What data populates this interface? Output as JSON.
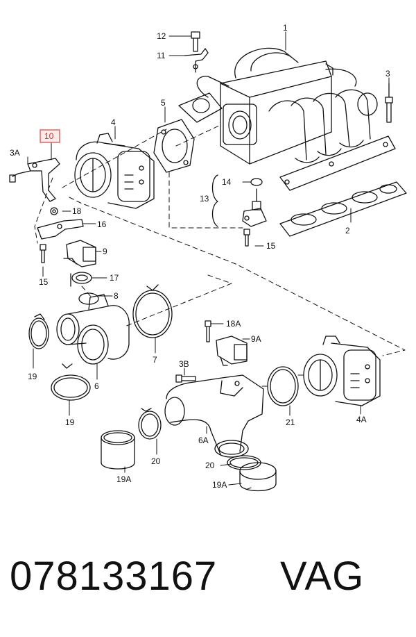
{
  "callouts": [
    {
      "id": "c1",
      "label": "1"
    },
    {
      "id": "c2",
      "label": "2"
    },
    {
      "id": "c3",
      "label": "3"
    },
    {
      "id": "c3a",
      "label": "3A"
    },
    {
      "id": "c3b",
      "label": "3B"
    },
    {
      "id": "c4",
      "label": "4"
    },
    {
      "id": "c4a",
      "label": "4A"
    },
    {
      "id": "c5",
      "label": "5"
    },
    {
      "id": "c6",
      "label": "6"
    },
    {
      "id": "c6a",
      "label": "6A"
    },
    {
      "id": "c7",
      "label": "7"
    },
    {
      "id": "c8",
      "label": "8"
    },
    {
      "id": "c9",
      "label": "9"
    },
    {
      "id": "c9a",
      "label": "9A"
    },
    {
      "id": "c10",
      "label": "10"
    },
    {
      "id": "c11",
      "label": "11"
    },
    {
      "id": "c12",
      "label": "12"
    },
    {
      "id": "c13",
      "label": "13"
    },
    {
      "id": "c14",
      "label": "14"
    },
    {
      "id": "c15a",
      "label": "15"
    },
    {
      "id": "c15b",
      "label": "15"
    },
    {
      "id": "c16",
      "label": "16"
    },
    {
      "id": "c17",
      "label": "17"
    },
    {
      "id": "c18",
      "label": "18"
    },
    {
      "id": "c18a",
      "label": "18A"
    },
    {
      "id": "c19a",
      "label": "19"
    },
    {
      "id": "c19b",
      "label": "19"
    },
    {
      "id": "c19A1",
      "label": "19A"
    },
    {
      "id": "c19A2",
      "label": "19A"
    },
    {
      "id": "c20a",
      "label": "20"
    },
    {
      "id": "c20b",
      "label": "20"
    },
    {
      "id": "c21",
      "label": "21"
    }
  ],
  "highlighted_callout": "10",
  "highlight_color": "#d9534f",
  "footer": {
    "part_number": "078133167",
    "brand": "VAG"
  }
}
